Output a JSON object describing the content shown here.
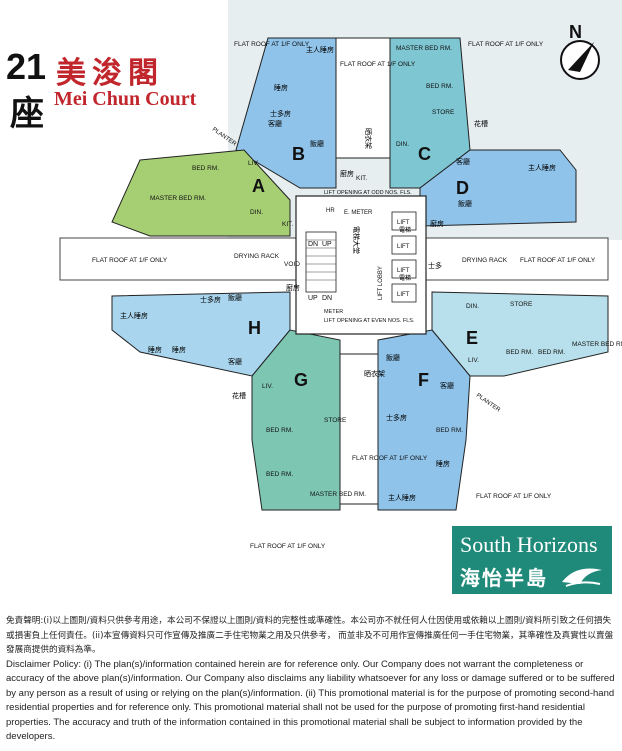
{
  "header": {
    "block_number": "21",
    "block_char": "座",
    "name_zh": "美浚閣",
    "name_en": "Mei Chun Court"
  },
  "compass": {
    "label": "N"
  },
  "logo": {
    "name_en": "South Horizons",
    "name_zh": "海怡半島"
  },
  "units": [
    "A",
    "B",
    "C",
    "D",
    "E",
    "F",
    "G",
    "H"
  ],
  "colors": {
    "A": "#a6cf74",
    "B": "#8fc3ea",
    "C": "#7dc6d2",
    "D": "#8fc3ea",
    "E": "#b8e0ec",
    "F": "#8fc3ea",
    "G": "#7dc6b2",
    "H": "#a9d6ee",
    "logo": "#1f8a7a",
    "title": "#c0262c"
  },
  "room_labels": {
    "master_bed_rm": "MASTER BED RM.",
    "bed_rm": "BED RM.",
    "liv": "LIV.",
    "din": "DIN.",
    "kit": "KIT.",
    "store": "STORE",
    "planter": "PLANTER",
    "drying_rack": "DRYING RACK",
    "void": "VOID",
    "lift": "LIFT",
    "lift_lobby": "LIFT LOBBY",
    "e_meter": "E. METER",
    "hr": "HR",
    "dn": "DN",
    "up": "UP",
    "meter": "METER",
    "lift_opening": "LIFT OPENING AT ODD NOS. FLS.",
    "lift_opening2": "LIFT OPENING AT EVEN NOS. FLS.",
    "flat_roof_1f": "FLAT ROOF AT 1/F ONLY",
    "flat_roof_1f_left": "FLAT ROOF AT 1/F ONLY",
    "flat_roof_1f_right": "FLAT ROOF AT 1/F ONLY",
    "flat_roof_vert": "FLAT ROOF AT 1/F ONLY"
  },
  "zh_labels": {
    "master_bedroom": "主人睡房",
    "bedroom": "睡房",
    "living": "客廳",
    "dining": "飯廳",
    "kitchen": "廚房",
    "maid": "士多房",
    "store": "士多",
    "lift": "電梯",
    "drying": "晒衣架",
    "planter": "花槽",
    "lift_hall": "電梯大堂"
  },
  "disclaimer": {
    "zh": "免責聲明:(i)以上圖則/資料只供參考用途，本公司不保證以上圖則/資料的完整性或準確性。本公司亦不就任何人仕因使用或依賴以上圖則/資料所引致之任何損失或損害負上任何責任。(ii)本宣傳資料只可作宣傳及推廣二手住宅物業之用及只供參考， 而並非及不可用作宣傳推廣任何一手住宅物業，其準確性及真實性以賣盤發展商提供的資料為準。",
    "en": "Disclaimer Policy: (i) The plan(s)/information contained herein are for reference only. Our Company does not warrant the completeness or accuracy of the above plan(s)/information. Our Company also disclaims any liability whatsoever for any loss or damage suffered or to be suffered by any person as a result of using or relying on the plan(s)/information. (ii) This promotional material is for the purpose of promoting second-hand residential properties and for reference only. This promotional material shall not be used for the purpose of promoting first-hand residential properties. The accuracy and truth of the information contained in this promotional material shall be subject to information provided by the developers."
  }
}
